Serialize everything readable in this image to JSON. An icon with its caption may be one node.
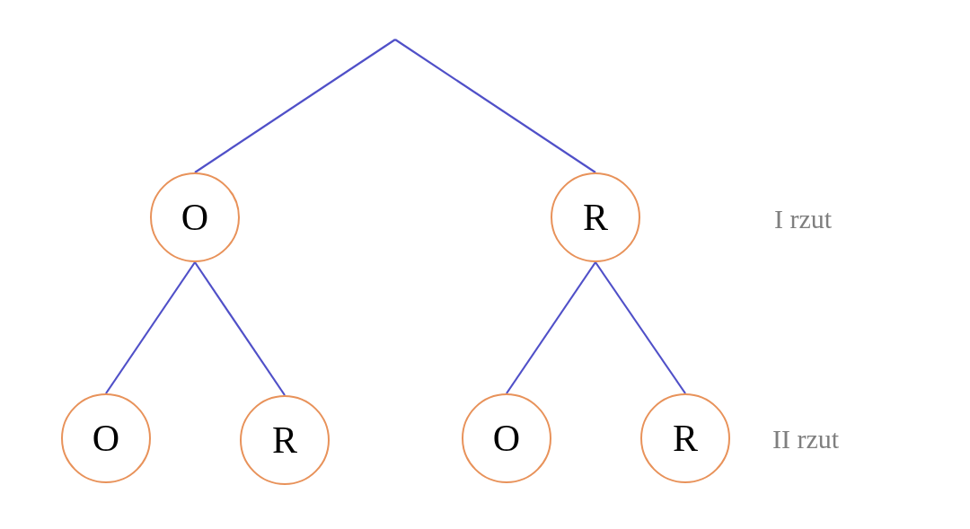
{
  "diagram": {
    "nodes": [
      {
        "text": [
          "O"
        ]
      },
      {
        "text": [
          "R"
        ]
      },
      {
        "text": [
          "O"
        ]
      },
      {
        "text": [
          "R"
        ]
      },
      {
        "text": [
          "O"
        ]
      },
      {
        "text": [
          "R"
        ]
      }
    ],
    "edges": [
      {
        "from": null,
        "to": 0,
        "arrow": "none"
      },
      {
        "from": null,
        "to": 1,
        "arrow": "none"
      },
      {
        "from": 0,
        "to": 2,
        "arrow": "none"
      },
      {
        "from": 0,
        "to": 3,
        "arrow": "none"
      },
      {
        "from": 1,
        "to": 4,
        "arrow": "none"
      },
      {
        "from": 1,
        "to": 5,
        "arrow": "none"
      }
    ],
    "labels": [
      "I rzut",
      "II rzut"
    ]
  }
}
